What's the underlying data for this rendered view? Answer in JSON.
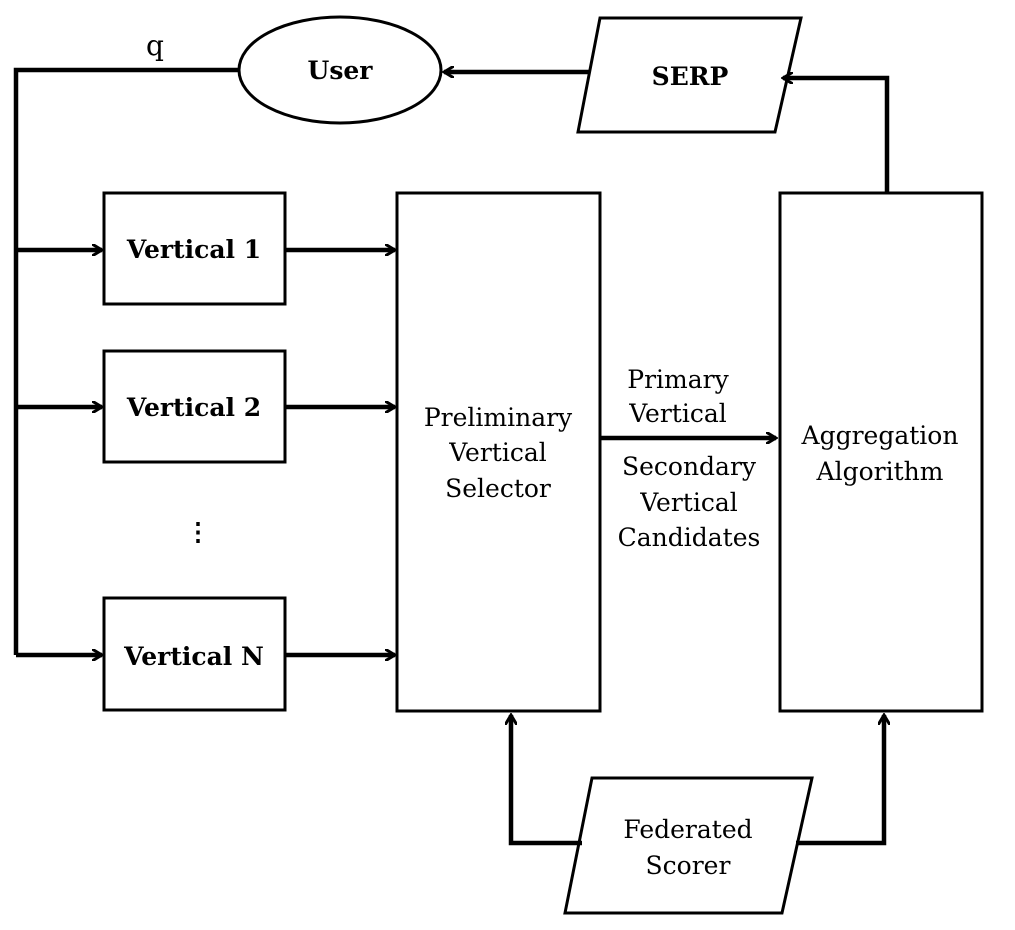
{
  "diagram": {
    "query_label": "q",
    "user_label": "User",
    "serp_label": "SERP",
    "verticals": [
      "Vertical 1",
      "Vertical 2",
      "Vertical N"
    ],
    "ellipsis": "⋮",
    "selector_lines": [
      "Preliminary",
      "Vertical",
      "Selector"
    ],
    "aggregation_lines": [
      "Aggregation",
      "Algorithm"
    ],
    "primary_lines": [
      "Primary",
      "Vertical"
    ],
    "secondary_lines": [
      "Secondary",
      "Vertical",
      "Candidates"
    ],
    "scorer_lines": [
      "Federated",
      "Scorer"
    ]
  }
}
